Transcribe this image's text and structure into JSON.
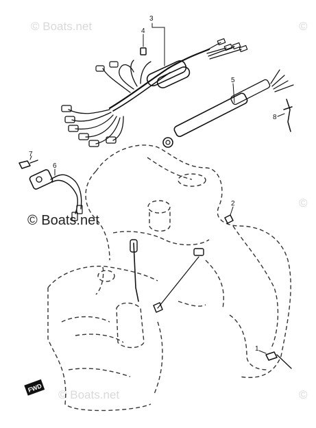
{
  "watermarks": [
    {
      "id": "wm-top-left",
      "text": "© Boats.net"
    },
    {
      "id": "wm-center",
      "text": "© Boats.net"
    },
    {
      "id": "wm-bottom",
      "text": "© Boats.net"
    },
    {
      "id": "wm-right-top",
      "text": "©"
    },
    {
      "id": "wm-right-mid",
      "text": "©"
    },
    {
      "id": "wm-right-bot",
      "text": "©"
    }
  ],
  "callouts": {
    "c1": "1",
    "c2": "2",
    "c3": "3",
    "c4": "4",
    "c5": "5",
    "c6": "6",
    "c7": "7",
    "c8": "8"
  },
  "stamp": "FWD"
}
